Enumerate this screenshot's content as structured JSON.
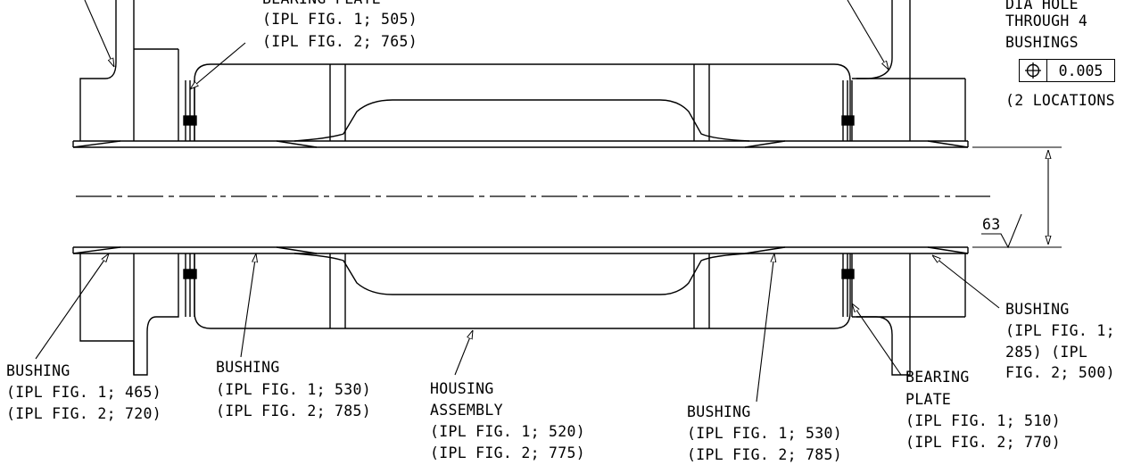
{
  "labels": {
    "bearing_plate_top": {
      "line1": "BEARING PLATE",
      "line2": "(IPL FIG. 1; 505)",
      "line3": "(IPL FIG. 2; 765)"
    },
    "dia_hole": {
      "line1": "DIA HOLE",
      "line2": "THROUGH 4",
      "line3": "BUSHINGS"
    },
    "tolerance_value": "0.005",
    "locations": "(2 LOCATIONS",
    "surface_finish": "63",
    "bushing_right": {
      "line1": "BUSHING",
      "line2": "(IPL FIG. 1;",
      "line3": "285) (IPL",
      "line4": "FIG. 2; 500)"
    },
    "bushing_left": {
      "line1": "BUSHING",
      "line2": "(IPL FIG. 1; 465)",
      "line3": "(IPL FIG. 2; 720)"
    },
    "bushing_mid_left": {
      "line1": "BUSHING",
      "line2": "(IPL FIG. 1; 530)",
      "line3": "(IPL FIG. 2; 785)"
    },
    "housing": {
      "line1": "HOUSING",
      "line2": "ASSEMBLY",
      "line3": "(IPL FIG. 1; 520)",
      "line4": "(IPL FIG. 2; 775)"
    },
    "bushing_mid_right": {
      "line1": "BUSHING",
      "line2": "(IPL FIG. 1; 530)",
      "line3": "(IPL FIG. 2; 785)"
    },
    "bearing_plate_bottom": {
      "line1": "BEARING",
      "line2": "PLATE",
      "line3": "(IPL FIG. 1; 510)",
      "line4": "(IPL FIG. 2; 770)"
    }
  }
}
